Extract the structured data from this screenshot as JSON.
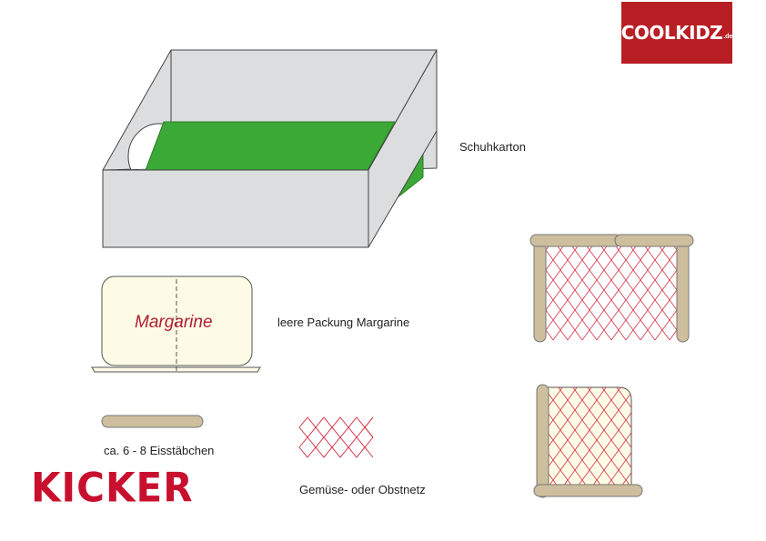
{
  "brand": {
    "name": "COOLKIDZ",
    "suffix": ".de",
    "color": "#b81f25"
  },
  "title": "KICKER",
  "items": {
    "shoebox": "Schuhkarton",
    "margarine": "leere Packung Margarine",
    "margarine_print": "Margarine",
    "sticks": "ca. 6 - 8 Eisstäbchen",
    "net": "Gemüse- oder Obstnetz"
  },
  "colors": {
    "box_gray": "#dcdddf",
    "field_green": "#3aa935",
    "stick_tan": "#cdbf9e",
    "net_red": "#d2283c",
    "cream": "#fdfbe6"
  }
}
